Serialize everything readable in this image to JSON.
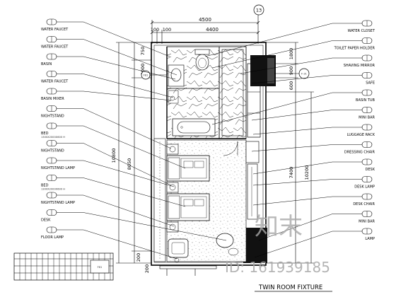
{
  "drawing": {
    "title": "TWIN ROOM FIXTURE",
    "dimensions": {
      "top_total": "4500",
      "top_a": "100",
      "top_b": "100",
      "top_c": "4400",
      "left_total": "10800",
      "left_inner": "8050",
      "left_bottom": "200",
      "left_bottom2": "200",
      "right_total": "10200",
      "right_inner": "7400",
      "top_left_stack": [
        "750",
        "2000"
      ],
      "top_right_stack": [
        "1800",
        "900",
        "600"
      ]
    },
    "section_markers": {
      "top": "13",
      "left": "F81",
      "right": "F-31"
    },
    "left_labels": [
      {
        "text": "WATER FAUCET",
        "sub": ""
      },
      {
        "text": "WATER FAUCET",
        "sub": ""
      },
      {
        "text": "BASIN",
        "sub": ""
      },
      {
        "text": "WATER FAUCET",
        "sub": ""
      },
      {
        "text": "BASIN MIXER",
        "sub": ""
      },
      {
        "text": "NIGHTSTAND",
        "sub": ""
      },
      {
        "text": "BED",
        "sub": "1300X2000X600 H"
      },
      {
        "text": "NIGHTSTAND",
        "sub": ""
      },
      {
        "text": "NIGHTSTAND LAMP",
        "sub": ""
      },
      {
        "text": "BED",
        "sub": "1300X2000X600 H"
      },
      {
        "text": "NIGHTSTAND LAMP",
        "sub": ""
      },
      {
        "text": "DESK",
        "sub": ""
      },
      {
        "text": "FLOOR LAMP",
        "sub": ""
      }
    ],
    "right_labels": [
      {
        "text": "WATER CLOSET",
        "sub": ""
      },
      {
        "text": "TOILET PAPER HOLDER",
        "sub": ""
      },
      {
        "text": "SHAVING MIRROR",
        "sub": ""
      },
      {
        "text": "SAFE",
        "sub": ""
      },
      {
        "text": "BASIN TUB",
        "sub": ""
      },
      {
        "text": "MINI BAR",
        "sub": ""
      },
      {
        "text": "LUGGAGE RACK",
        "sub": ""
      },
      {
        "text": "DRESSING CHAIR",
        "sub": ""
      },
      {
        "text": "DESK",
        "sub": ""
      },
      {
        "text": "DESK LAMP",
        "sub": ""
      },
      {
        "text": "DESK CHAIR",
        "sub": ""
      },
      {
        "text": "MINI BAR",
        "sub": ""
      },
      {
        "text": "LAMP",
        "sub": ""
      }
    ]
  },
  "watermark": {
    "text": "知末",
    "id_text": "ID: 161939185"
  }
}
